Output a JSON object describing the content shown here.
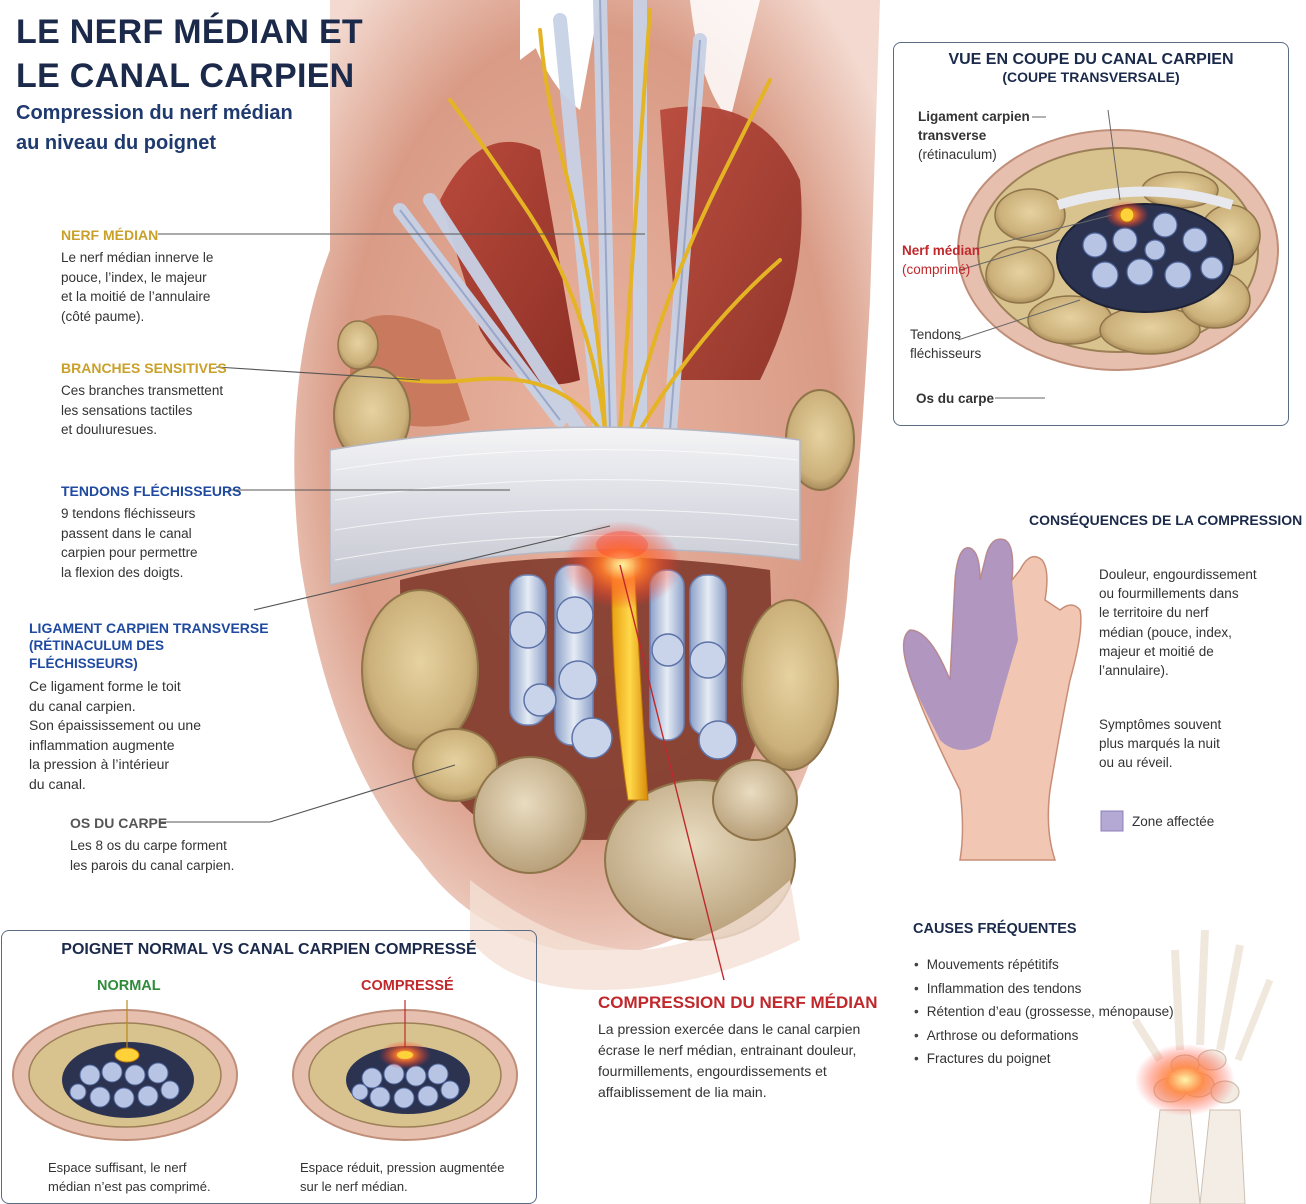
{
  "header": {
    "title_line1": "LE NERF MÉDIAN ET",
    "title_line2": "LE CANAL CARPIEN",
    "subtitle_line1": "Compression du nerf médian",
    "subtitle_line2": "au niveau du poignet"
  },
  "labels": {
    "nerf_median": {
      "title": "NERF MÉDIAN",
      "lines": [
        "Le nerf médian innerve le",
        "pouce, l’index, le majeur",
        "et la moitié de l’annulaire",
        "(côté paume)."
      ]
    },
    "branches": {
      "title": "BRANCHES SENSITIVES",
      "lines": [
        "Ces branches transmettent",
        "les sensations tactiles",
        "et doulıuresues."
      ]
    },
    "tendons": {
      "title": "TENDONS FLÉCHISSEURS",
      "lines": [
        "9 tendons fléchisseurs",
        "passent dans le canal",
        "carpien pour permettre",
        "la flexion des doigts."
      ]
    },
    "ligament": {
      "title_line1": "LIGAMENT CARPIEN TRANSVERSE",
      "title_line2": "(RÉTINACULUM DES FLÉCHISSEURS)",
      "lines": [
        "Ce ligament forme le toit",
        "du canal carpien.",
        "Son épaississement ou une",
        "inflammation augmente",
        "la pression à l’intérieur",
        "du canal."
      ]
    },
    "os": {
      "title": "OS DU CARPE",
      "lines": [
        "Les 8 os du carpe forment",
        "les parois du canal carpien."
      ]
    },
    "compression": {
      "title": "COMPRESSION DU NERF MÉDIAN",
      "lines": [
        "La pression exercée dans le canal carpien",
        "écrase le nerf médian, entrainant douleur,",
        "fourmillements, engourdissements et",
        "affaiblissement de lia main."
      ]
    }
  },
  "cross_section": {
    "title": "VUE EN COUPE DU CANAL CARPIEN",
    "subtitle": "(COUPE TRANSVERSALE)",
    "ligament_line1": "Ligament carpien",
    "ligament_line2": "transverse",
    "ligament_line3": "(rétinaculum)",
    "nerf_line1": "Nerf médian",
    "nerf_line2": "(comprimé)",
    "tendons_line1": "Tendons",
    "tendons_line2": "fléchisseurs",
    "os": "Os du carpe"
  },
  "consequences": {
    "title": "CONSÉQUENCES DE LA COMPRESSION",
    "para1": [
      "Douleur, engourdissement",
      "ou fourmillements dans",
      "le territoire du nerf",
      "médian (pouce, index,",
      "majeur et moitié de",
      "l’annulaire)."
    ],
    "para2": [
      "Symptômes souvent",
      "plus marqués la nuit",
      "ou au réveil."
    ],
    "legend": "Zone affectée",
    "legend_color": "#b3a9d4"
  },
  "causes": {
    "title": "CAUSES FRÉQUENTES",
    "items": [
      "Mouvements répétitifs",
      "Inflammation des tendons",
      "Rétention d’eau (grossesse, ménopause)",
      "Arthrose ou deformations",
      "Fractures du poignet"
    ]
  },
  "comparison": {
    "title": "POIGNET NORMAL VS CANAL CARPIEN COMPRESSÉ",
    "normal_label": "NORMAL",
    "compressed_label": "COMPRESSÉ",
    "normal_caption": [
      "Espace suffisant, le nerf",
      "médian n’est pas comprimé."
    ],
    "compressed_caption": [
      "Espace réduit, pression augmentée",
      "sur le nerf médian."
    ]
  }
}
